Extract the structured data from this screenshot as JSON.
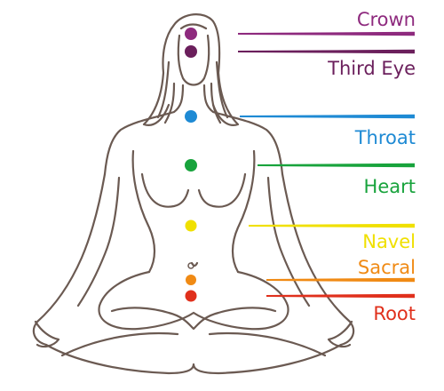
{
  "colors": {
    "outline": "#6b5a52",
    "background": "#ffffff"
  },
  "chakras": [
    {
      "label": "Crown",
      "color": "#8e2a7e"
    },
    {
      "label": "Third Eye",
      "color": "#6b1f5c"
    },
    {
      "label": "Throat",
      "color": "#1e8ad4"
    },
    {
      "label": "Heart",
      "color": "#18a33c"
    },
    {
      "label": "Navel",
      "color": "#f0e000"
    },
    {
      "label": "Sacral",
      "color": "#f08a14"
    },
    {
      "label": "Root",
      "color": "#e0301c"
    }
  ],
  "stock_id": "#65411622"
}
